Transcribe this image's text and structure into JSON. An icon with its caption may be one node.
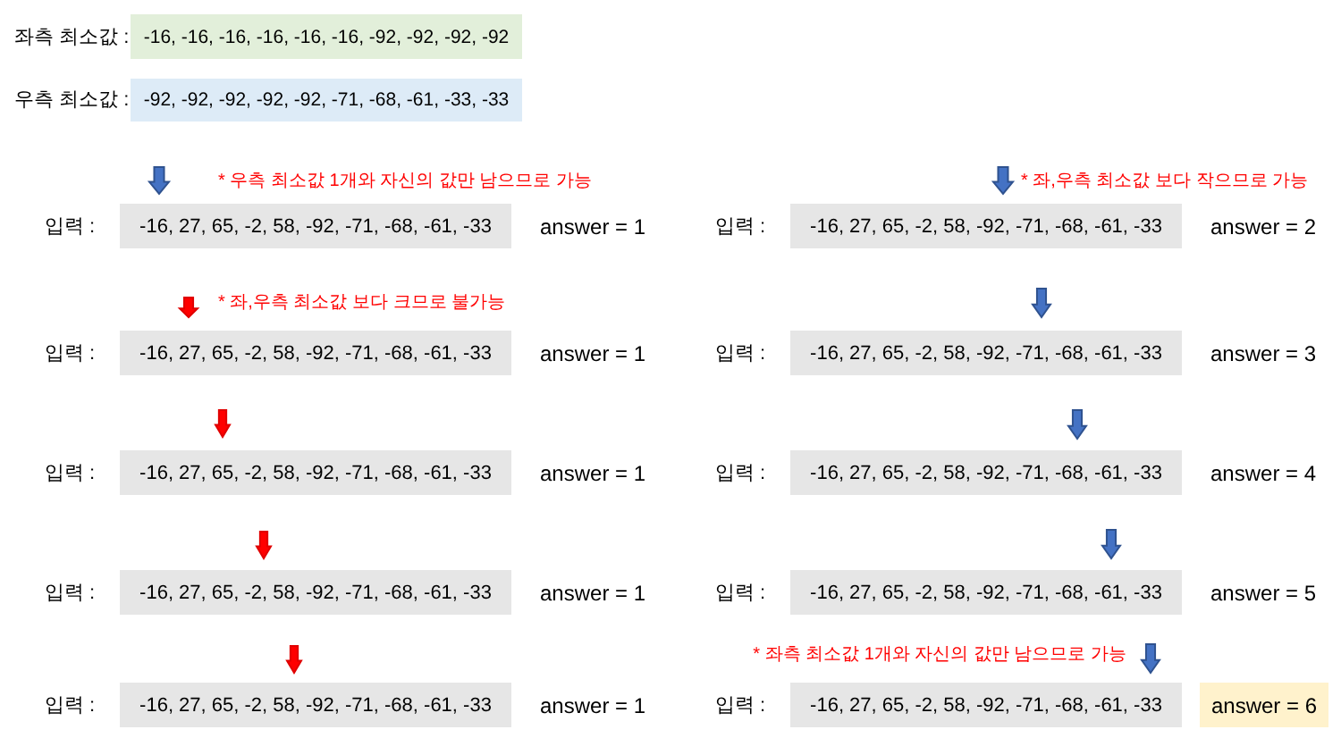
{
  "diagram": {
    "nodes": [
      {
        "text": [
          "-16, -16, -16, -16, -16, -16, -92, -92, -92, -92"
        ],
        "beside": [
          "좌측 최소값 :"
        ]
      },
      {
        "text": [
          "-92, -92, -92, -92, -92, -71, -68, -61, -33, -33"
        ],
        "beside": [
          "우측 최소값 :"
        ]
      },
      {
        "text": [
          "-16, 27, 65, -2, 58, -92, -71, -68, -61, -33"
        ],
        "beside": [
          "입력 :",
          "answer = 1"
        ]
      },
      {
        "text": [
          "-16, 27, 65, -2, 58, -92, -71, -68, -61, -33"
        ],
        "beside": [
          "입력 :",
          "answer = 1"
        ]
      },
      {
        "text": [
          "-16, 27, 65, -2, 58, -92, -71, -68, -61, -33"
        ],
        "beside": [
          "입력 :",
          "answer = 1"
        ]
      },
      {
        "text": [
          "-16, 27, 65, -2, 58, -92, -71, -68, -61, -33"
        ],
        "beside": [
          "입력 :",
          "answer = 1"
        ]
      },
      {
        "text": [
          "-16, 27, 65, -2, 58, -92, -71, -68, -61, -33"
        ],
        "beside": [
          "입력 :",
          "answer = 1"
        ]
      },
      {
        "text": [
          "-16, 27, 65, -2, 58, -92, -71, -68, -61, -33"
        ],
        "beside": [
          "입력 :",
          "answer = 2"
        ]
      },
      {
        "text": [
          "-16, 27, 65, -2, 58, -92, -71, -68, -61, -33"
        ],
        "beside": [
          "입력 :",
          "answer = 3"
        ]
      },
      {
        "text": [
          "-16, 27, 65, -2, 58, -92, -71, -68, -61, -33"
        ],
        "beside": [
          "입력 :",
          "answer = 4"
        ]
      },
      {
        "text": [
          "-16, 27, 65, -2, 58, -92, -71, -68, -61, -33"
        ],
        "beside": [
          "입력 :",
          "answer = 5"
        ]
      },
      {
        "text": [
          "-16, 27, 65, -2, 58, -92, -71, -68, -61, -33"
        ],
        "beside": [
          "입력 :"
        ]
      },
      {
        "text": [
          "answer = 6"
        ]
      }
    ],
    "labels": [
      "* 우측 최소값 1개와 자신의 값만 남으므로 가능",
      "* 좌,우측 최소값 보다 작으므로 가능",
      "* 좌,우측 최소값 보다 크므로 불가능",
      "* 좌측 최소값 1개와 자신의 값만 남으므로 가능"
    ]
  }
}
